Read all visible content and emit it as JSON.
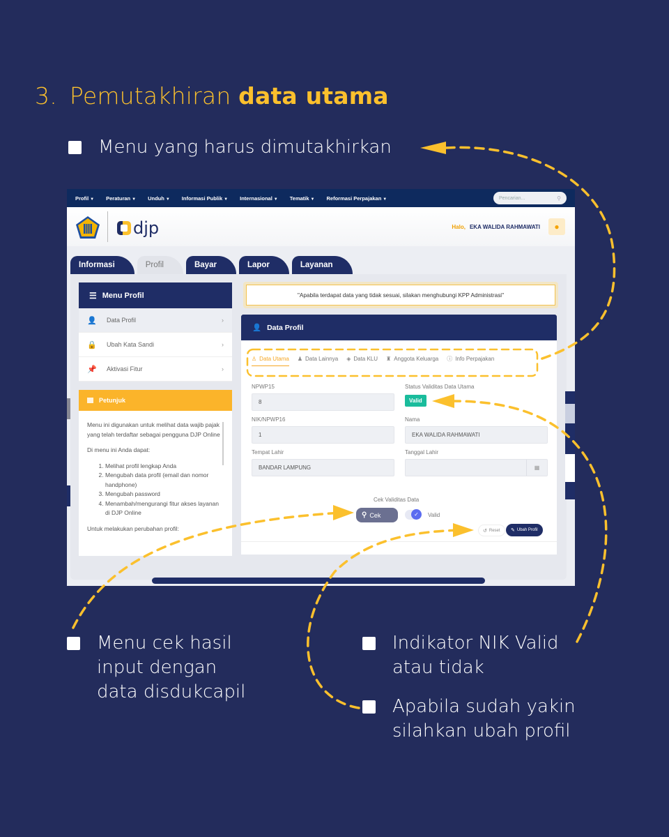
{
  "slide": {
    "number": "3.",
    "title_regular": "Pemutakhiran",
    "title_bold": "data utama",
    "bullets": {
      "menu": "Menu yang harus dimutakhirkan",
      "cek": [
        "Menu cek hasil",
        "input dengan",
        "data disdukcapil"
      ],
      "nik": [
        "Indikator NIK Valid",
        "atau tidak"
      ],
      "ubah": [
        "Apabila sudah yakin",
        "silahkan ubah profil"
      ]
    },
    "colors": {
      "background": "#232c5c",
      "accent": "#fbc02d",
      "text": "#ffffff"
    }
  },
  "app": {
    "topnav": {
      "items": [
        "Profil",
        "Peraturan",
        "Unduh",
        "Informasi Publik",
        "Internasional",
        "Tematik",
        "Reformasi Perpajakan"
      ],
      "search_placeholder": "Pencarian..."
    },
    "header": {
      "logo_text": "djp",
      "greeting": "Halo,",
      "user_name": "EKA WALIDA RAHMAWATI"
    },
    "tabs": [
      "Informasi",
      "Profil",
      "Bayar",
      "Lapor",
      "Layanan"
    ],
    "active_tab": "Profil",
    "sidebar": {
      "title": "Menu Profil",
      "items": [
        "Data Profil",
        "Ubah Kata Sandi",
        "Aktivasi Fitur"
      ],
      "petunjuk": {
        "title": "Petunjuk",
        "intro": "Menu ini digunakan untuk melihat data wajib pajak yang telah terdaftar sebagai pengguna DJP Online",
        "sub": "Di menu ini Anda dapat:",
        "list": [
          "Melihat profil lengkap Anda",
          "Mengubah data profil (email dan nomor handphone)",
          "Mengubah password",
          "Menambah/mengurangi fitur akses layanan di DJP Online"
        ],
        "outro": "Untuk melakukan perubahan profil:"
      }
    },
    "notice": "\"Apabila terdapat data yang tidak sesuai, silakan menghubungi KPP Administrasi\"",
    "card": {
      "title": "Data Profil",
      "subtabs": [
        "Data Utama",
        "Data Lainnya",
        "Data KLU",
        "Anggota Keluarga",
        "Info Perpajakan"
      ],
      "fields": {
        "npwp15_label": "NPWP15",
        "npwp15_value": "8",
        "status_label": "Status Validitas Data Utama",
        "status_value": "Valid",
        "nik_label": "NIK/NPWP16",
        "nik_value": "1",
        "nama_label": "Nama",
        "nama_value": "EKA WALIDA RAHMAWATI",
        "tempat_label": "Tempat Lahir",
        "tempat_value": "BANDAR LAMPUNG",
        "tanggal_label": "Tanggal Lahir",
        "tanggal_value": ""
      },
      "cek_label": "Cek Validitas Data",
      "cek_button": "Cek",
      "toggle_label": "Valid",
      "reset_button": "Reset",
      "ubah_button": "Ubah Profil"
    }
  }
}
